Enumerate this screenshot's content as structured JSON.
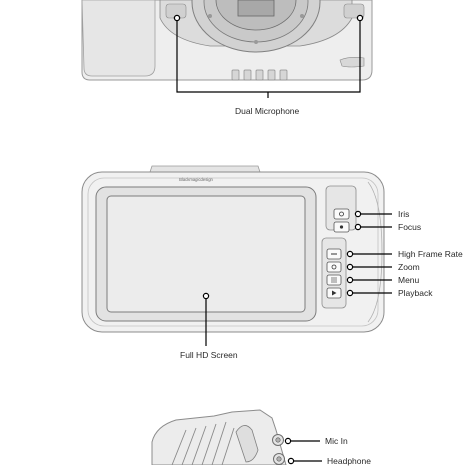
{
  "top_view": {
    "callouts": [
      {
        "id": "dual-microphone",
        "label": "Dual Microphone"
      }
    ]
  },
  "back_view": {
    "brand_text": "Blackmagicdesign",
    "callouts": [
      {
        "id": "iris",
        "label": "Iris"
      },
      {
        "id": "focus",
        "label": "Focus"
      },
      {
        "id": "high-frame-rate",
        "label": "High Frame Rate"
      },
      {
        "id": "zoom",
        "label": "Zoom"
      },
      {
        "id": "menu",
        "label": "Menu"
      },
      {
        "id": "playback",
        "label": "Playback"
      },
      {
        "id": "full-hd-screen",
        "label": "Full HD Screen"
      }
    ]
  },
  "side_view": {
    "callouts": [
      {
        "id": "mic-in",
        "label": "Mic In"
      },
      {
        "id": "headphone",
        "label": "Headphone"
      }
    ]
  }
}
